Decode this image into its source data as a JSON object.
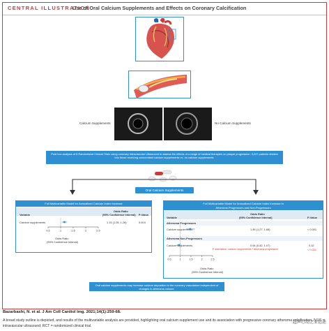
{
  "header": {
    "tag": "CENTRAL ILLUSTRATION",
    "title": "Use of Oral Calcium Supplements and Effects on Coronary Calcification"
  },
  "ivus": {
    "left_label": "Calcium Supplements",
    "right_label": "No Calcium Supplements"
  },
  "study_box": "Post hoc analysis of 8 Randomized Clinical Trials using coronary Intravascular Ultrasound to assess the effects of a range of medical therapies on plaque progression. 3,247 patients divided into those receiving concomitant calcium supplements vs. no calcium supplements.",
  "pill_label": "Oral Calcium Supplements",
  "left_panel": {
    "title": "Full Multivariable Model for Annualized Calcium Index Increase",
    "col_variable": "Variable",
    "col_or_line1": "Odds Ratio",
    "col_or_line2": "(95% Confidence Interval)",
    "col_p": "P-Value",
    "row_label": "Calcium supplements",
    "row_or": "1.15 (1.05, 1.26)",
    "row_p": "0.004",
    "axis_ticks": [
      "0.5",
      "1",
      "1.5",
      "2",
      "2.5"
    ],
    "axis_label1": "Odds Ratio",
    "axis_label2": "(95% Confidence Interval)",
    "forest": {
      "or": 1.15,
      "lo": 1.05,
      "hi": 1.26,
      "min": 0.5,
      "max": 2.5
    }
  },
  "right_panel": {
    "title_line1": "Full Multivariable Model for Annualized Calcium Index Increase in",
    "title_line2": "Atheroma Progressors and Non-Progressors",
    "col_variable": "Variable",
    "col_or_line1": "Odds Ratio",
    "col_or_line2": "(95% Confidence Interval)",
    "col_p": "P-Value",
    "group1": "Atheroma Progressors",
    "row1_label": "Calcium supplements",
    "row1_or": "1.46 (1.27, 1.68)",
    "row1_p": "< 0.001",
    "group2": "Atheroma Non-Progressors",
    "row2_label": "Calcium supplements",
    "row2_or": "0.94 (0.82, 1.07)",
    "row2_p": "0.32",
    "interaction": "P-interaction: calcium supplements * atheroma progression",
    "interaction_p": "< 0.001",
    "axis_ticks": [
      "0.5",
      "1",
      "1.5",
      "2",
      "2.5"
    ],
    "axis_label1": "Odds Ratio",
    "axis_label2": "(95% Confidence Interval)",
    "forest1": {
      "or": 1.46,
      "lo": 1.27,
      "hi": 1.68,
      "min": 0.5,
      "max": 2.5
    },
    "forest2": {
      "or": 0.94,
      "lo": 0.82,
      "hi": 1.07,
      "min": 0.5,
      "max": 2.5
    }
  },
  "conclusion": "Oral calcium supplements may increase calcium deposition in the coronary vasculature independent of changes in atheroma volume.",
  "citation": "Bazarbashi, N. et al. J Am Coll Cardiol Img. 2021;14(1):259-68.",
  "caption": "A broad study outline is depicted, and results of the multivariable analysis are provided, highlighting oral calcium supplement use and its association with progressive coronary atheroma calcification. IVUS = intravascular ultrasound; RCT = randomized clinical trial.",
  "watermark": "超声心动之业远途"
}
